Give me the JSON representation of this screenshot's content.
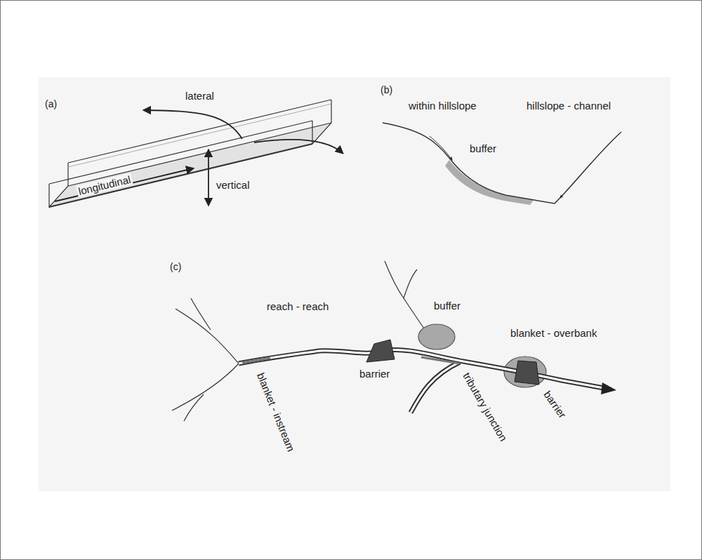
{
  "diagram": {
    "labels": [
      "(a)",
      "lateral",
      "(b)",
      "within hillslope",
      "hillslope - channel",
      "longitudinal",
      "vertical",
      "buffer",
      "(c)",
      "reach - reach",
      "buffer",
      "blanket - overbank",
      "barrier",
      "barrier",
      "tributary junction",
      "blanket - instream"
    ]
  }
}
